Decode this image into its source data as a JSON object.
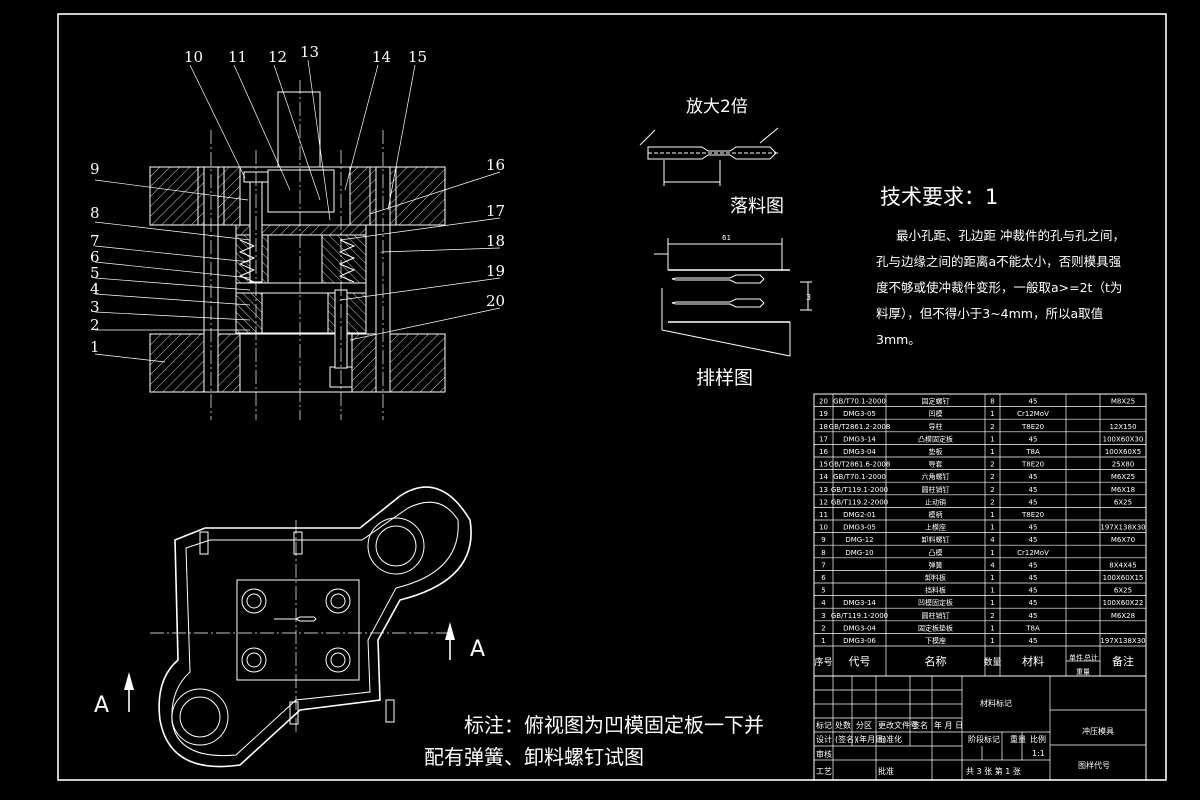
{
  "assembly": {
    "balloons_top": [
      "10",
      "11",
      "12",
      "13",
      "14",
      "15"
    ],
    "balloons_left": [
      "9",
      "8",
      "7",
      "6",
      "5",
      "4",
      "3",
      "2",
      "1"
    ],
    "balloons_right": [
      "16",
      "17",
      "18",
      "19",
      "20"
    ]
  },
  "blank_view": {
    "scale_label": "放大2倍",
    "title": "落料图"
  },
  "layout_view": {
    "title": "排样图",
    "dim_top": "61",
    "dim_side": "3"
  },
  "tech_req": {
    "title": "技术要求：1",
    "lines": [
      "最小孔距、孔边距  冲裁件的孔与孔之间，",
      "孔与边缘之间的距离a不能太小，否则模具强",
      "度不够或使冲裁件变形，一般取a>=2t（t为",
      "料厚），但不得小于3~4mm，所以a取值",
      "3mm。"
    ]
  },
  "section": {
    "left_label": "A",
    "right_label": "A"
  },
  "note": {
    "line1": "标注：俯视图为凹模固定板一下并",
    "line2": "配有弹簧、卸料螺钉试图"
  },
  "bom": {
    "rows": [
      [
        "20",
        "GB/T70.1-2000",
        "固定螺钉",
        "8",
        "45",
        "M8X25"
      ],
      [
        "19",
        "DMG3-05",
        "凹模",
        "1",
        "Cr12MoV",
        ""
      ],
      [
        "18",
        "GB/T2861.2-2008",
        "导柱",
        "2",
        "T8E20",
        "12X150"
      ],
      [
        "17",
        "DMG3-14",
        "凸模固定板",
        "1",
        "45",
        "100X60X30"
      ],
      [
        "16",
        "DMG3-04",
        "垫板",
        "1",
        "T8A",
        "100X60X5"
      ],
      [
        "15",
        "GB/T2861.6-2008",
        "导套",
        "2",
        "T8E20",
        "25X80"
      ],
      [
        "14",
        "GB/T70.1-2000",
        "六角螺钉",
        "2",
        "45",
        "M6X25"
      ],
      [
        "13",
        "GB/T119.1-2000",
        "圆柱销钉",
        "2",
        "45",
        "M6X18"
      ],
      [
        "12",
        "GB/T119.2-2000",
        "止动销",
        "2",
        "45",
        "6X25"
      ],
      [
        "11",
        "DMG2-01",
        "模柄",
        "1",
        "T8E20",
        ""
      ],
      [
        "10",
        "DMG3-05",
        "上模座",
        "1",
        "45",
        "197X138X30"
      ],
      [
        "9",
        "DMG-12",
        "卸料螺钉",
        "4",
        "45",
        "M6X70"
      ],
      [
        "8",
        "DMG-10",
        "凸模",
        "1",
        "Cr12MoV",
        ""
      ],
      [
        "7",
        "",
        "弹簧",
        "4",
        "45",
        "8X4X45"
      ],
      [
        "6",
        "",
        "卸料板",
        "1",
        "45",
        "100X60X15"
      ],
      [
        "5",
        "",
        "挡料板",
        "1",
        "45",
        "6X25"
      ],
      [
        "4",
        "DMG3-14",
        "凹模固定板",
        "1",
        "45",
        "100X60X22"
      ],
      [
        "3",
        "GB/T119.1-2000",
        "圆柱销钉",
        "2",
        "45",
        "M6X28"
      ],
      [
        "2",
        "DMG3-04",
        "固定板垫板",
        "1",
        "T8A",
        ""
      ],
      [
        "1",
        "DMG3-06",
        "下模座",
        "1",
        "45",
        "197X138X30"
      ]
    ],
    "header": {
      "seq": "序号",
      "code": "代号",
      "name": "名称",
      "qty": "数量",
      "material": "材料",
      "single": "单件",
      "total": "总计",
      "weight": "重量",
      "remark": "备注"
    }
  },
  "title_block": {
    "material_mark": "材料标记",
    "drawing_name": "冲压模具",
    "drawing_no": "图样代号",
    "stage_mark": "阶段标记",
    "weight": "重量",
    "scale_label": "比例",
    "scale": "1:1",
    "sheet_info": "共 3 张    第 1 张",
    "mark": "标记",
    "count": "处数",
    "zone": "分区",
    "change_doc": "更改文件号",
    "sign": "签名",
    "date": "年 月 日",
    "design": "设计",
    "sign_date1": "(签名)",
    "sign_date2": "(年月日)",
    "standard": "标准化",
    "review": "审核",
    "process": "工艺",
    "approve": "批准"
  }
}
